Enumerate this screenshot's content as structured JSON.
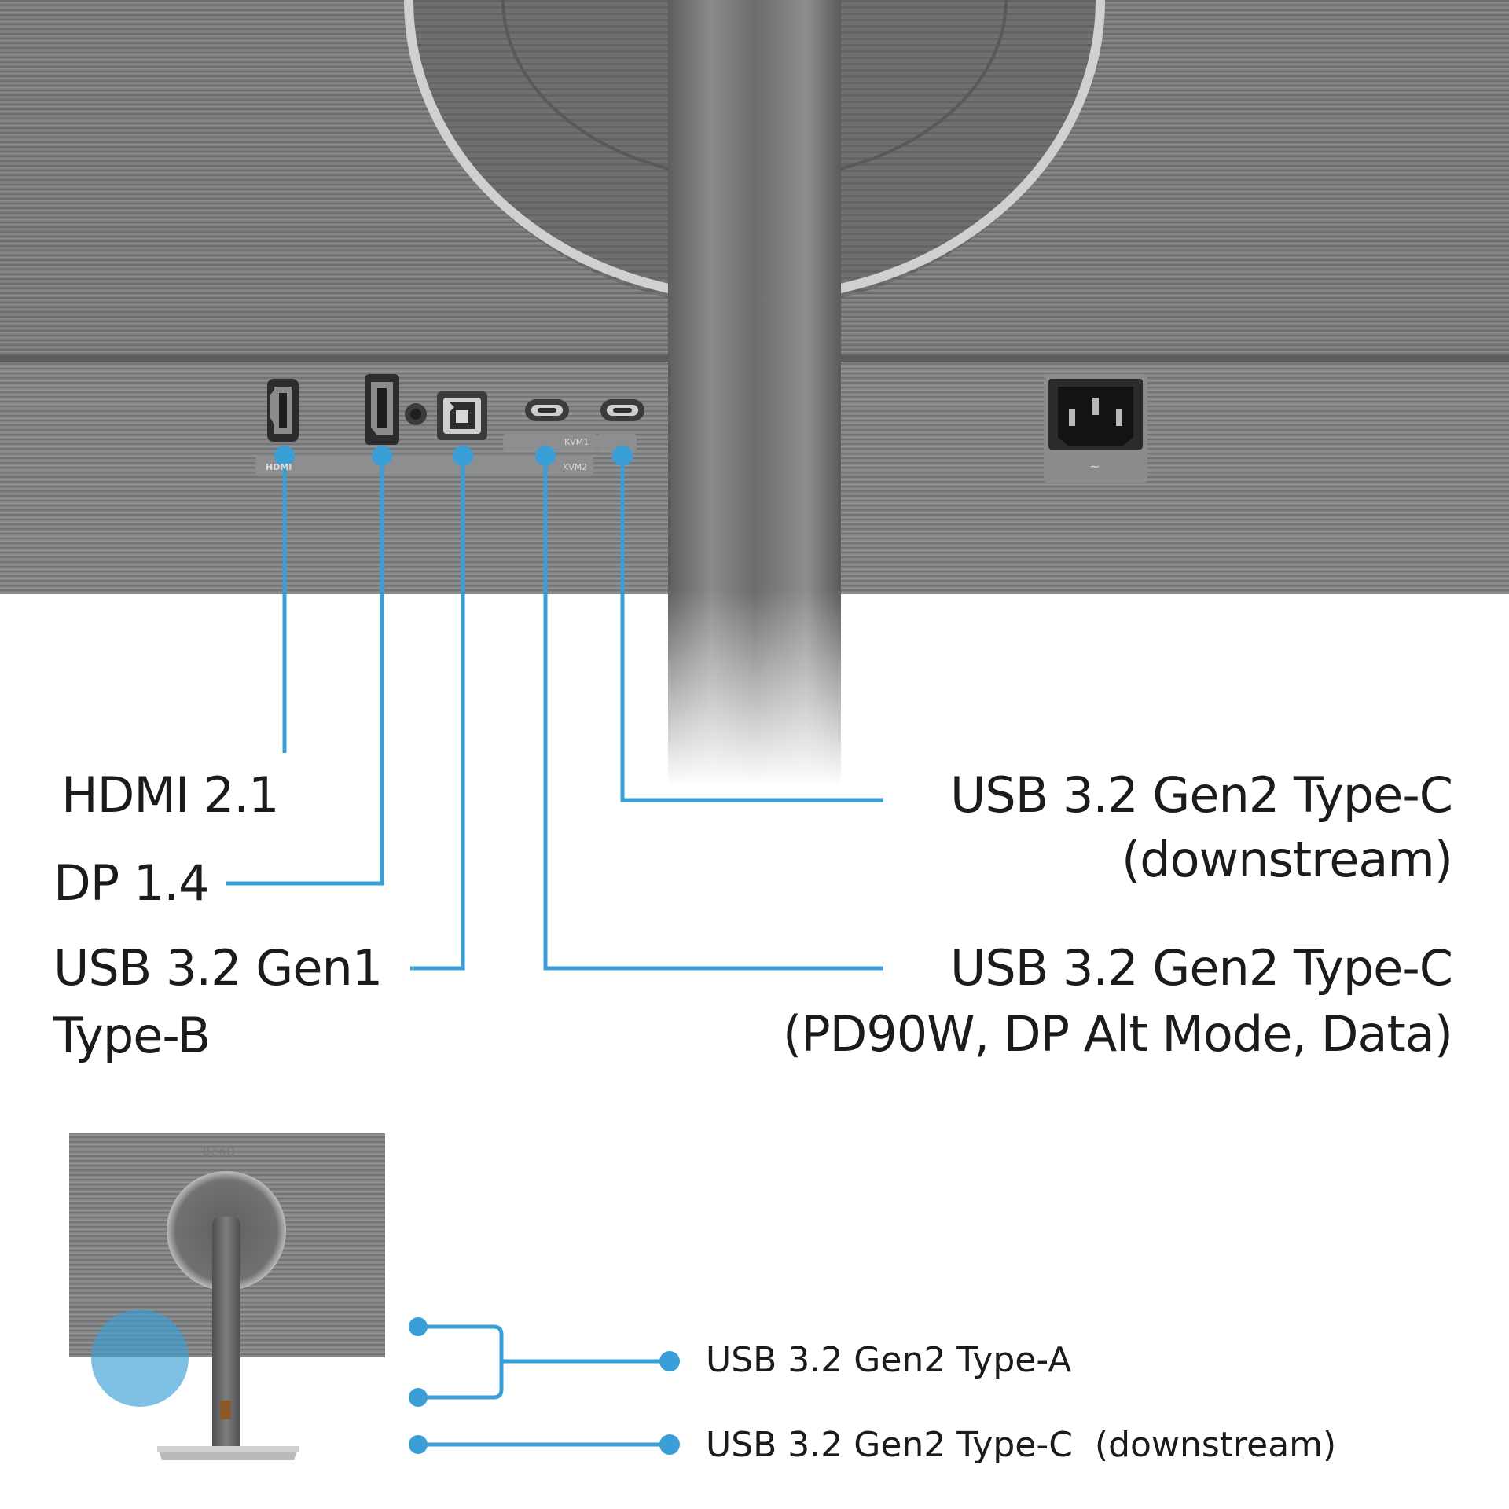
{
  "accent_color": "#3a9fd6",
  "monitor_body_color": "#7b7c7d",
  "labels": {
    "hdmi": "HDMI 2.1",
    "dp": "DP 1.4",
    "usb_b_line1": "USB 3.2 Gen1",
    "usb_b_line2": "Type-B",
    "usbc_down_line1": "USB 3.2 Gen2 Type-C",
    "usbc_down_line2": "(downstream)",
    "usbc_pd_line1": "USB 3.2 Gen2 Type-C",
    "usbc_pd_line2": "(PD90W, DP Alt Mode, Data)"
  },
  "port_markings": {
    "kvm1": "KVM1",
    "kvm2": "KVM2",
    "hdmi_mark": "HDMI",
    "power_mark": "~"
  },
  "inset": {
    "brand": "BenQ",
    "side_ports": [
      {
        "label": "USB 3.2 Gen2 Type-A",
        "count": 2
      },
      {
        "label": "USB 3.2 Gen2 Type-C  (downstream)",
        "count": 1
      }
    ]
  },
  "icons": [
    "hdmi-port-icon",
    "displayport-icon",
    "audio-jack-icon",
    "usb-b-port-icon",
    "usb-c-port-icon",
    "power-socket-icon"
  ]
}
